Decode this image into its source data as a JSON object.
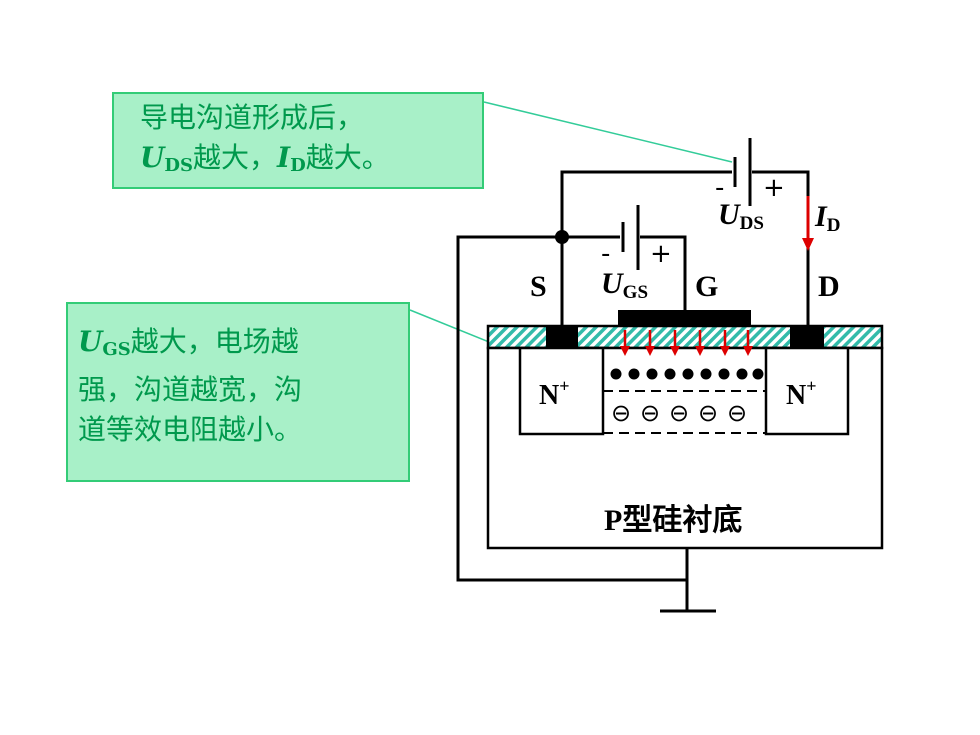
{
  "notes": {
    "channel_formed": {
      "line1": "导电沟道形成后，",
      "line2_sym": "U",
      "line2_sub": "DS",
      "line2_mid": "越大，",
      "line2_sym2": "I",
      "line2_sub2": "D",
      "line2_end": "越大。"
    },
    "ugs_effect": {
      "line1_sym": "U",
      "line1_sub": "GS",
      "line1_rest": "越大，电场越",
      "line2": "强，沟道越宽，沟",
      "line3": "道等效电阻越小。"
    }
  },
  "labels": {
    "source": "S",
    "gate": "G",
    "drain": "D",
    "uds_sym": "U",
    "uds_sub": "DS",
    "ugs_sym": "U",
    "ugs_sub": "GS",
    "id_sym": "I",
    "id_sub": "D",
    "plus": "+",
    "minus": "-",
    "n_plus": "N",
    "n_sup": "+",
    "substrate": "P型硅衬底",
    "ion_symbol": "⊖"
  },
  "colors": {
    "note_fill": "#a8f0c8",
    "note_border": "#33cc77",
    "note_text": "#00994d",
    "current_arrow": "#dd0000",
    "oxide_hatch": "#33bbaa",
    "leader_line": "#33cc99"
  }
}
